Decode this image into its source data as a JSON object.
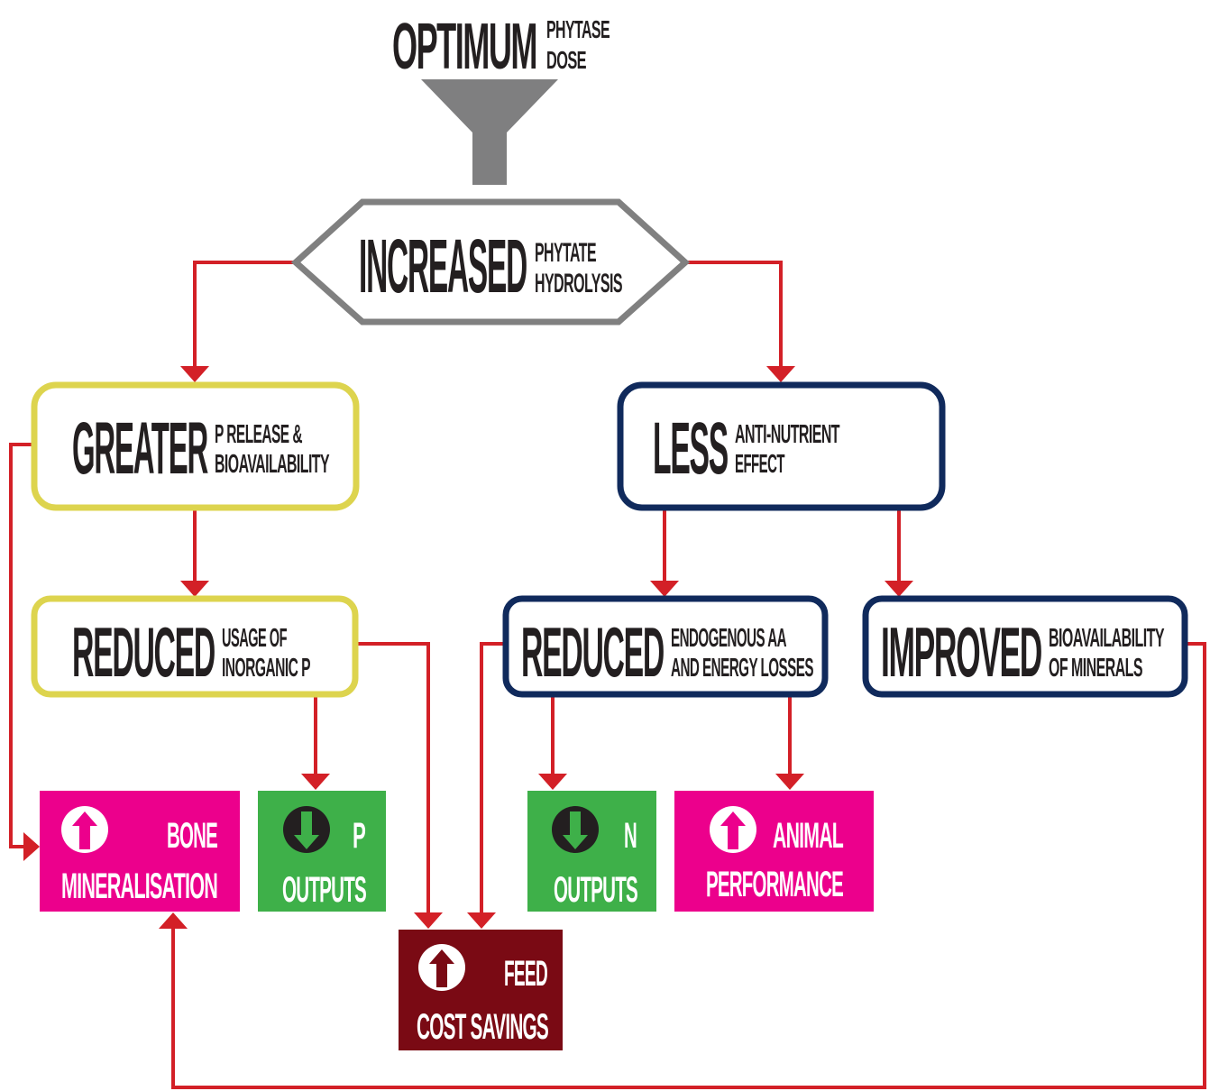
{
  "colors": {
    "arrow": "#d32027",
    "funnel": "#7f7f80",
    "hexagon_border": "#808080",
    "yellow_border": "#ddd44e",
    "navy_border": "#102a5c",
    "magenta": "#ec008c",
    "green": "#3eb049",
    "maroon": "#7a0a14",
    "text_dark": "#231f20",
    "text_light": "#ffffff"
  },
  "top": {
    "big": "OPTIMUM",
    "small": [
      "PHYTASE",
      "DOSE"
    ]
  },
  "hydrolysis": {
    "big": "INCREASED",
    "small": [
      "PHYTATE",
      "HYDROLYSIS"
    ]
  },
  "greater": {
    "big": "GREATER",
    "small": [
      "P RELEASE &",
      "BIOAVAILABILITY"
    ]
  },
  "less": {
    "big": "LESS",
    "small": [
      "ANTI-NUTRIENT",
      "EFFECT"
    ]
  },
  "reduced_p": {
    "big": "REDUCED",
    "small": [
      "USAGE OF",
      "INORGANIC P"
    ]
  },
  "reduced_aa": {
    "big": "REDUCED",
    "small": [
      "ENDOGENOUS AA",
      "AND ENERGY LOSSES"
    ]
  },
  "improved": {
    "big": "IMPROVED",
    "small": [
      "BIOAVAILABILITY",
      "OF MINERALS"
    ]
  },
  "outcomes": {
    "bone": {
      "line1": "BONE",
      "line2": "MINERALISATION",
      "icon": "arrow-up-icon"
    },
    "p_outputs": {
      "line1": "P",
      "line2": "OUTPUTS",
      "icon": "arrow-down-icon"
    },
    "n_outputs": {
      "line1": "N",
      "line2": "OUTPUTS",
      "icon": "arrow-down-icon"
    },
    "animal": {
      "line1": "ANIMAL",
      "line2": "PERFORMANCE",
      "icon": "arrow-up-icon"
    },
    "feed": {
      "line1": "FEED",
      "line2": "COST SAVINGS",
      "icon": "arrow-up-icon"
    }
  }
}
